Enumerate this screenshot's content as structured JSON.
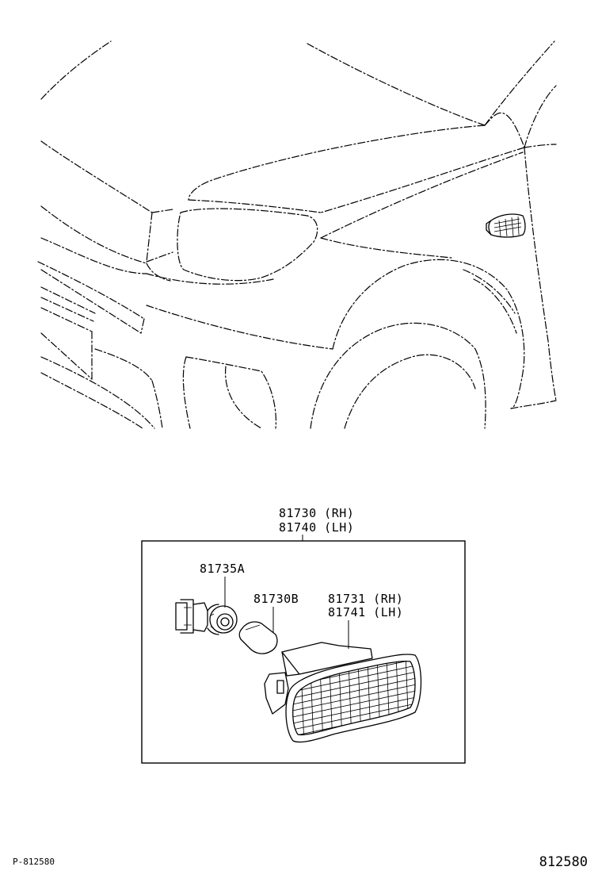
{
  "assembly": {
    "part_rh": "81730 (RH)",
    "part_lh": "81740 (LH)"
  },
  "parts": {
    "socket": "81735A",
    "bulb": "81730B",
    "lens_rh": "81731 (RH)",
    "lens_lh": "81741 (LH)"
  },
  "footer": {
    "page_ref": "P-812580",
    "diagram_number": "812580"
  }
}
